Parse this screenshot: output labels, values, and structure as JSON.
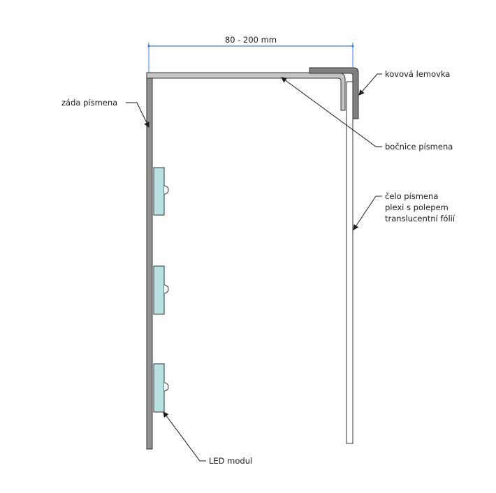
{
  "dimension": {
    "label": "80 - 200 mm",
    "color": "#3a7fd5"
  },
  "labels": {
    "zada": "záda písmena",
    "kovova": "kovová lemovka",
    "bocnice": "bočnice písmena",
    "celo_line1": "čelo písmena",
    "celo_line2": "plexi s polepem",
    "celo_line3": "translucentní fólií",
    "led": "LED modul"
  },
  "colors": {
    "back_panel": "#8f8f8f",
    "side_panel": "#c4c4c4",
    "trim": "#7f7f7f",
    "led_module": "#b8e2e2",
    "face_panel": "#ffffff",
    "stroke": "#333333"
  },
  "led_modules_count": 3
}
